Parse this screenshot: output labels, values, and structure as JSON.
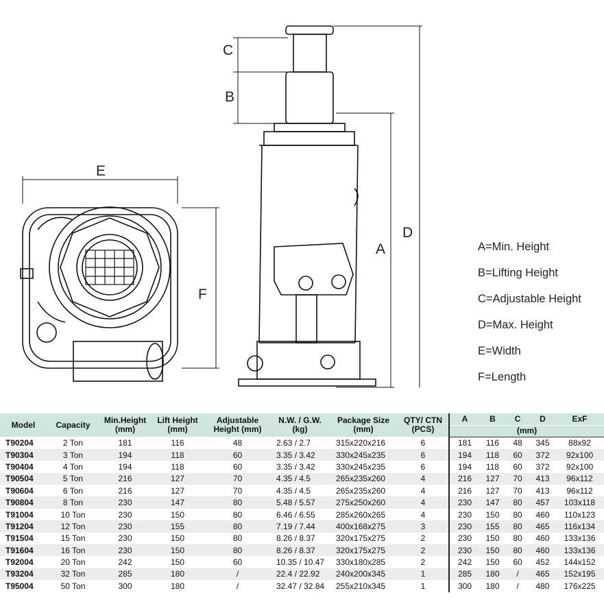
{
  "dimension_labels": {
    "A": "A",
    "B": "B",
    "C": "C",
    "D": "D",
    "E": "E",
    "F": "F"
  },
  "legend": [
    "A=Min. Height",
    "B=Lifting Height",
    "C=Adjustable Height",
    "D=Max. Height",
    "E=Width",
    "F=Length"
  ],
  "table": {
    "headers": {
      "model": "Model",
      "capacity": "Capacity",
      "min_height": "Min.Height (mm)",
      "lift_height": "Lift Height (mm)",
      "adjustable": "Adjustable Height (mm)",
      "weight": "N.W. / G.W. (kg)",
      "package": "Package Size (mm)",
      "qty": "QTY/ CTN (PCS)",
      "A": "A",
      "B": "B",
      "C": "C",
      "D": "D",
      "ExF": "ExF",
      "unit": "(mm)"
    },
    "rows": [
      [
        "T90204",
        "2 Ton",
        "181",
        "116",
        "48",
        "2.63 / 2.7",
        "315x220x216",
        "6",
        "181",
        "116",
        "48",
        "345",
        "88x92"
      ],
      [
        "T90304",
        "3 Ton",
        "194",
        "118",
        "60",
        "3.35 / 3.42",
        "330x245x235",
        "6",
        "194",
        "118",
        "60",
        "372",
        "92x100"
      ],
      [
        "T90404",
        "4 Ton",
        "194",
        "118",
        "60",
        "3.35 / 3.42",
        "330x245x235",
        "6",
        "194",
        "118",
        "60",
        "372",
        "92x100"
      ],
      [
        "T90504",
        "5 Ton",
        "216",
        "127",
        "70",
        "4.35 / 4.5",
        "265x235x260",
        "4",
        "216",
        "127",
        "70",
        "413",
        "96x112"
      ],
      [
        "T90604",
        "6 Ton",
        "216",
        "127",
        "70",
        "4.35 / 4.5",
        "265x235x260",
        "4",
        "216",
        "127",
        "70",
        "413",
        "96x112"
      ],
      [
        "T90804",
        "8 Ton",
        "230",
        "147",
        "80",
        "5.48 / 5.57",
        "275x250x260",
        "4",
        "230",
        "147",
        "80",
        "457",
        "103x118"
      ],
      [
        "T91004",
        "10 Ton",
        "230",
        "150",
        "80",
        "6.46 / 6.55",
        "285x260x265",
        "4",
        "230",
        "150",
        "80",
        "460",
        "110x123"
      ],
      [
        "T91204",
        "12 Ton",
        "230",
        "155",
        "80",
        "7.19 / 7.44",
        "400x168x275",
        "3",
        "230",
        "155",
        "80",
        "465",
        "116x134"
      ],
      [
        "T91504",
        "15 Ton",
        "230",
        "150",
        "80",
        "8.26 / 8.37",
        "320x175x275",
        "2",
        "230",
        "150",
        "80",
        "460",
        "133x136"
      ],
      [
        "T91604",
        "16 Ton",
        "230",
        "150",
        "80",
        "8.26 / 8.37",
        "320x175x275",
        "2",
        "230",
        "150",
        "80",
        "460",
        "133x136"
      ],
      [
        "T92004",
        "20 Ton",
        "242",
        "150",
        "60",
        "10.35 / 10.47",
        "330x180x285",
        "2",
        "242",
        "150",
        "60",
        "452",
        "144x152"
      ],
      [
        "T93204",
        "32 Ton",
        "285",
        "180",
        "/",
        "22.4 / 22.92",
        "240x200x345",
        "1",
        "285",
        "180",
        "/",
        "465",
        "152x195"
      ],
      [
        "T95004",
        "50 Ton",
        "300",
        "180",
        "/",
        "32.47 / 32.84",
        "255x210x345",
        "1",
        "300",
        "180",
        "/",
        "480",
        "176x225"
      ]
    ]
  }
}
